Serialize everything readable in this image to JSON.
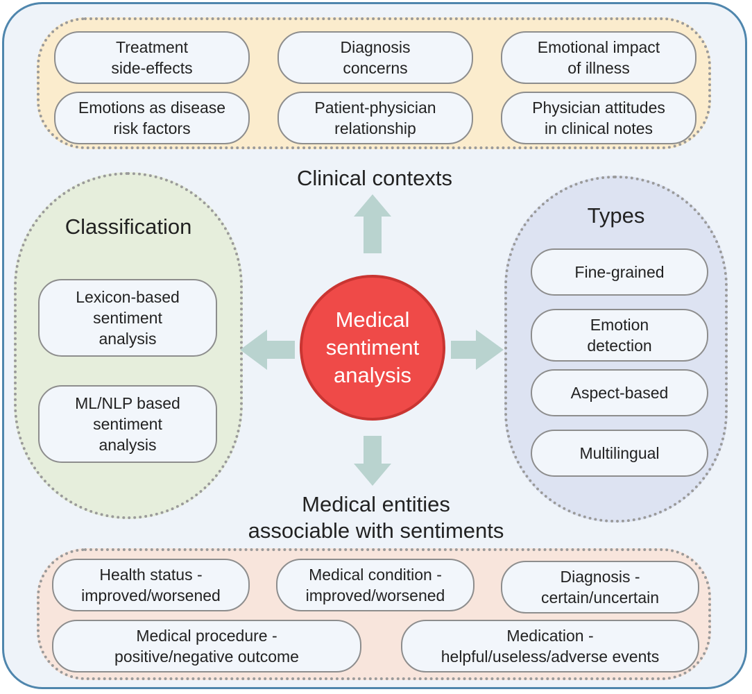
{
  "center_label": "Medical\nsentiment\nanalysis",
  "clinical_contexts": {
    "title": "Clinical contexts",
    "items": [
      "Treatment\nside-effects",
      "Diagnosis\nconcerns",
      "Emotional impact\nof illness",
      "Emotions as disease\nrisk factors",
      "Patient-physician\nrelationship",
      "Physician attitudes\nin clinical notes"
    ],
    "fill": "#fbeccd"
  },
  "classification": {
    "title": "Classification",
    "items": [
      "Lexicon-based\nsentiment\nanalysis",
      "ML/NLP based\nsentiment\nanalysis"
    ],
    "fill": "#e6eedc"
  },
  "types": {
    "title": "Types",
    "items": [
      "Fine-grained",
      "Emotion\ndetection",
      "Aspect-based",
      "Multilingual"
    ],
    "fill": "#dde3f2"
  },
  "medical_entities": {
    "title": "Medical entities\nassociable with sentiments",
    "items": [
      "Health status -\nimproved/worsened",
      "Medical condition -\nimproved/worsened",
      "Diagnosis -\ncertain/uncertain",
      "Medical procedure -\npositive/negative outcome",
      "Medication -\nhelpful/useless/adverse events"
    ],
    "fill": "#f8e5dc"
  },
  "colors": {
    "frame_border": "#4f86ad",
    "frame_fill": "#eef3f9",
    "center_fill": "#ef4a48",
    "arrow": "#b9d3cf"
  }
}
